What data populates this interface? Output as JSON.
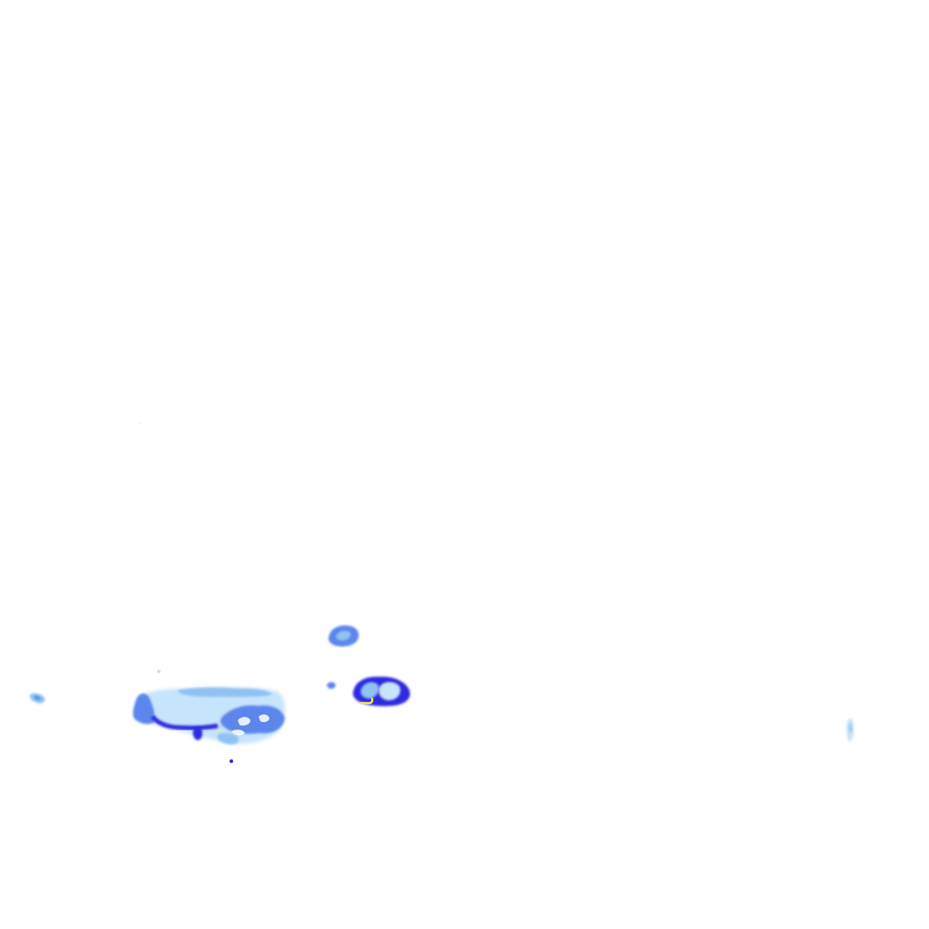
{
  "map": {
    "type": "weather-radar-overlay",
    "background": "#ffffff",
    "legend_shown": false
  },
  "palette": {
    "very_light": "#c6e4fb",
    "light": "#8fc2f2",
    "medium": "#5b86ec",
    "strong": "#2d2be0",
    "intense": "#ffe24a"
  },
  "echo_features": [
    {
      "name": "echo-west-speck",
      "intensity": "light"
    },
    {
      "name": "echo-main-band",
      "intensity": "strong"
    },
    {
      "name": "echo-north-cell",
      "intensity": "medium"
    },
    {
      "name": "echo-central-cell",
      "intensity": "strong"
    },
    {
      "name": "echo-central-core",
      "intensity": "intense"
    },
    {
      "name": "echo-east-streak",
      "intensity": "very_light"
    }
  ]
}
